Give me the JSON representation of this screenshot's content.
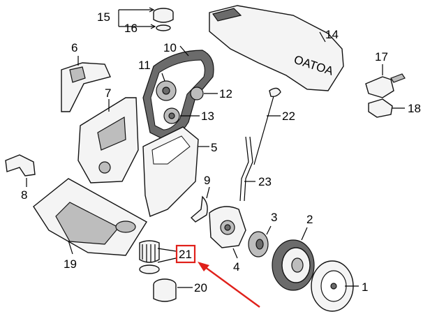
{
  "callouts": [
    {
      "id": "1",
      "text": "1"
    },
    {
      "id": "2",
      "text": "2"
    },
    {
      "id": "3",
      "text": "3"
    },
    {
      "id": "4",
      "text": "4"
    },
    {
      "id": "5",
      "text": "5"
    },
    {
      "id": "6",
      "text": "6"
    },
    {
      "id": "7",
      "text": "7"
    },
    {
      "id": "8",
      "text": "8"
    },
    {
      "id": "9",
      "text": "9"
    },
    {
      "id": "10",
      "text": "10"
    },
    {
      "id": "11",
      "text": "11"
    },
    {
      "id": "12",
      "text": "12"
    },
    {
      "id": "13",
      "text": "13"
    },
    {
      "id": "14",
      "text": "14"
    },
    {
      "id": "15",
      "text": "15"
    },
    {
      "id": "16",
      "text": "16"
    },
    {
      "id": "17",
      "text": "17"
    },
    {
      "id": "18",
      "text": "18"
    },
    {
      "id": "19",
      "text": "19"
    },
    {
      "id": "20",
      "text": "20"
    },
    {
      "id": "21",
      "text": "21"
    },
    {
      "id": "22",
      "text": "22"
    },
    {
      "id": "23",
      "text": "23"
    }
  ],
  "engine_cover_lettering": "OATOA",
  "highlight": {
    "callout": "21",
    "box_color": "#e0201a",
    "arrow_color": "#e0201a"
  }
}
